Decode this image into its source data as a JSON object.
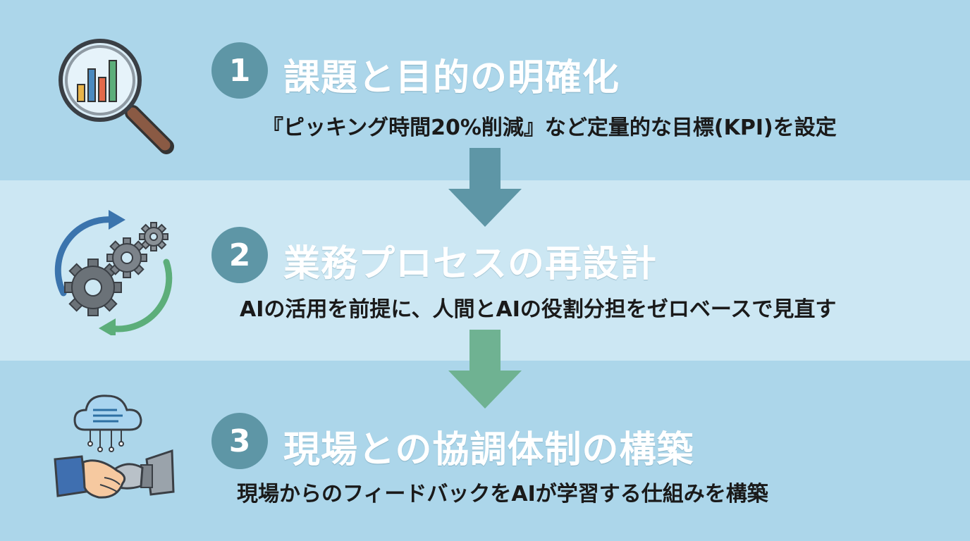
{
  "steps": [
    {
      "number": "1",
      "title": "課題と目的の明確化",
      "description": "『ピッキング時間20%削減』など定量的な目標(KPI)を設定",
      "icon": "magnifier-chart-icon"
    },
    {
      "number": "2",
      "title": "業務プロセスの再設計",
      "description": "AIの活用を前提に、人間とAIの役割分担をゼロベースで見直す",
      "icon": "gears-cycle-icon"
    },
    {
      "number": "3",
      "title": "現場との協調体制の構築",
      "description": "現場からのフィードバックをAIが学習する仕組みを構築",
      "icon": "cloud-handshake-icon"
    }
  ],
  "colors": {
    "band_dark": "#acd6ea",
    "band_light": "#cce7f3",
    "number_circle": "#5e96a6",
    "arrow_1": "#5e96a6",
    "arrow_2": "#6fb292",
    "title_text": "#ffffff",
    "description_text": "#1a1a1a"
  }
}
